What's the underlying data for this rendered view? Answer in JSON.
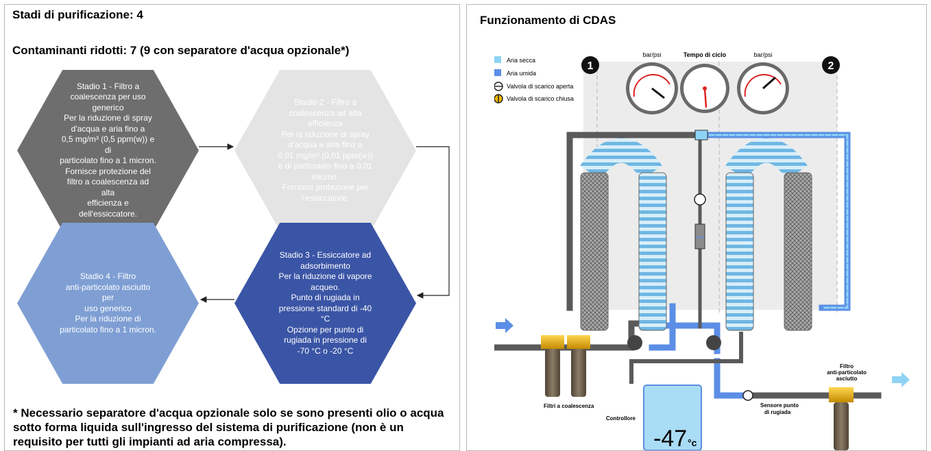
{
  "left_panel": {
    "stages_title": "Stadi di purificazione: 4",
    "contaminants_title": "Contaminanti ridotti: 7 (9 con separatore d'acqua opzionale*)",
    "stages": [
      {
        "lines": [
          "Stadio 1 - Filtro a",
          "coalescenza per uso",
          "generico",
          "Per la riduzione di spray",
          "d'acqua e aria fino a",
          "0,5 mg/m³ (0,5 ppm(w)) e di",
          "particolato fino a 1 micron.",
          "Fornisce protezione del",
          "filtro a coalescenza ad alta",
          "efficienza e",
          "dell'essiccatore."
        ],
        "color": "#6e6e6e",
        "text_color": "#ffffff"
      },
      {
        "lines": [
          "Stadio 2 - Filtro a",
          "coalescenza ad alta",
          "efficienza",
          "Per la riduzione di spray",
          "d'acqua e aria fino a",
          "0,01 mg/m³ (0,01 ppm(w))",
          "e di particolato fino a 0,01",
          "micron.",
          "Fornisce protezione per",
          "l'essiccatore."
        ],
        "color": "#e4e4e4",
        "text_color": "#ffffff"
      },
      {
        "lines": [
          "Stadio 3 - Essiccatore ad",
          "adsorbimento",
          "Per la riduzione di vapore",
          "acqueo.",
          "Punto di rugiada in",
          "pressione standard di -40 °C",
          "Opzione per punto di",
          "rugiada in pressione di",
          "-70 °C o -20 °C"
        ],
        "color": "#3b55a6",
        "text_color": "#ffffff"
      },
      {
        "lines": [
          "Stadio 4 - Filtro",
          "anti-particolato asciutto per",
          "uso generico",
          "Per la riduzione di",
          "particolato fino a 1 micron."
        ],
        "color": "#7f9fd4",
        "text_color": "#ffffff"
      }
    ],
    "footnote": "* Necessario separatore d'acqua opzionale solo se sono presenti olio o acqua sotto forma liquida sull'ingresso del sistema di purificazione (non è un requisito per tutti gli impianti ad aria compressa)."
  },
  "right_panel": {
    "title": "Funzionamento di CDAS",
    "legend": [
      {
        "label": "Aria secca",
        "color": "#8fd3f4"
      },
      {
        "label": "Aria umida",
        "color": "#5b8ee6"
      },
      {
        "label": "Valvola di scarico aperta"
      },
      {
        "label": "Valvola di scarico chiusa",
        "color": "#f2b600"
      }
    ],
    "gauges": {
      "left_label": "bar/psi",
      "center_label": "Tempo di ciclo",
      "right_label": "bar/psi"
    },
    "tower_numbers": [
      "1",
      "2"
    ],
    "controller": {
      "label": "Controllore",
      "display": "-47",
      "unit": "°c"
    },
    "labels": {
      "coalescing_filters": "Filtri a coalescenza",
      "dewpoint_sensor_line1": "Sensore punto",
      "dewpoint_sensor_line2": "di rugiada",
      "particulate_line1": "Filtro",
      "particulate_line2": "anti-particolato",
      "particulate_line3": "asciutto"
    },
    "colors": {
      "dry_air": "#8fd3f4",
      "wet_air": "#5b8ee6",
      "pipe": "#5a5a5a",
      "valve": "#f2b600",
      "badge": "#111111"
    }
  }
}
